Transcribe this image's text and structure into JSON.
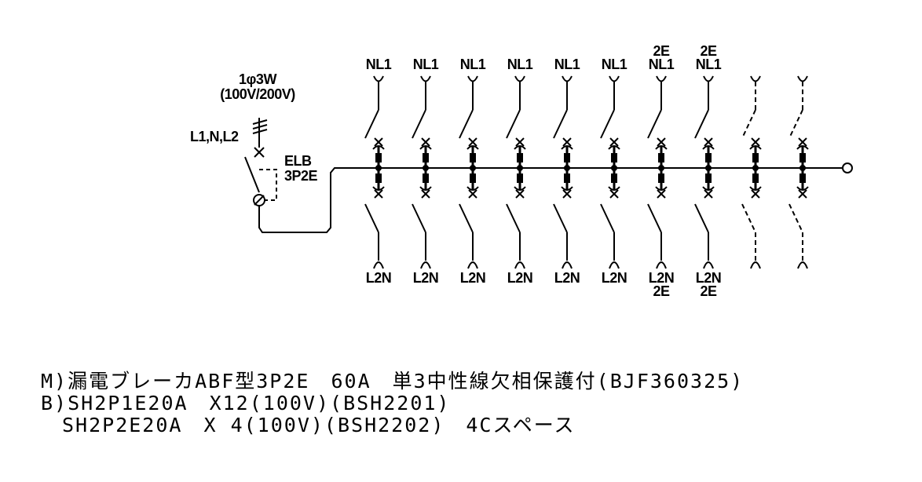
{
  "supply": {
    "phase": "1φ3W",
    "voltage": "(100V/200V)",
    "lines": "L1,N,L2"
  },
  "main_breaker": {
    "type_label": "ELB",
    "poles": "3P2E"
  },
  "branches": [
    {
      "top": [
        "NL1"
      ],
      "bottom": [
        "L2N"
      ],
      "style": "solid"
    },
    {
      "top": [
        "NL1"
      ],
      "bottom": [
        "L2N"
      ],
      "style": "solid"
    },
    {
      "top": [
        "NL1"
      ],
      "bottom": [
        "L2N"
      ],
      "style": "solid"
    },
    {
      "top": [
        "NL1"
      ],
      "bottom": [
        "L2N"
      ],
      "style": "solid"
    },
    {
      "top": [
        "NL1"
      ],
      "bottom": [
        "L2N"
      ],
      "style": "solid"
    },
    {
      "top": [
        "NL1"
      ],
      "bottom": [
        "L2N"
      ],
      "style": "solid"
    },
    {
      "top": [
        "2E",
        "NL1"
      ],
      "bottom": [
        "L2N",
        "2E"
      ],
      "style": "solid"
    },
    {
      "top": [
        "2E",
        "NL1"
      ],
      "bottom": [
        "L2N",
        "2E"
      ],
      "style": "solid"
    },
    {
      "top": [],
      "bottom": [],
      "style": "dashed"
    },
    {
      "top": [],
      "bottom": [],
      "style": "dashed"
    }
  ],
  "description": {
    "line1": "M)漏電ブレーカABF型3P2E　60A　単3中性線欠相保護付(BJF360325)",
    "line2": "B)SH2P1E20A　X12(100V)(BSH2201)",
    "line3": "　SH2P2E20A　X 4(100V)(BSH2202)　4Cスペース"
  }
}
